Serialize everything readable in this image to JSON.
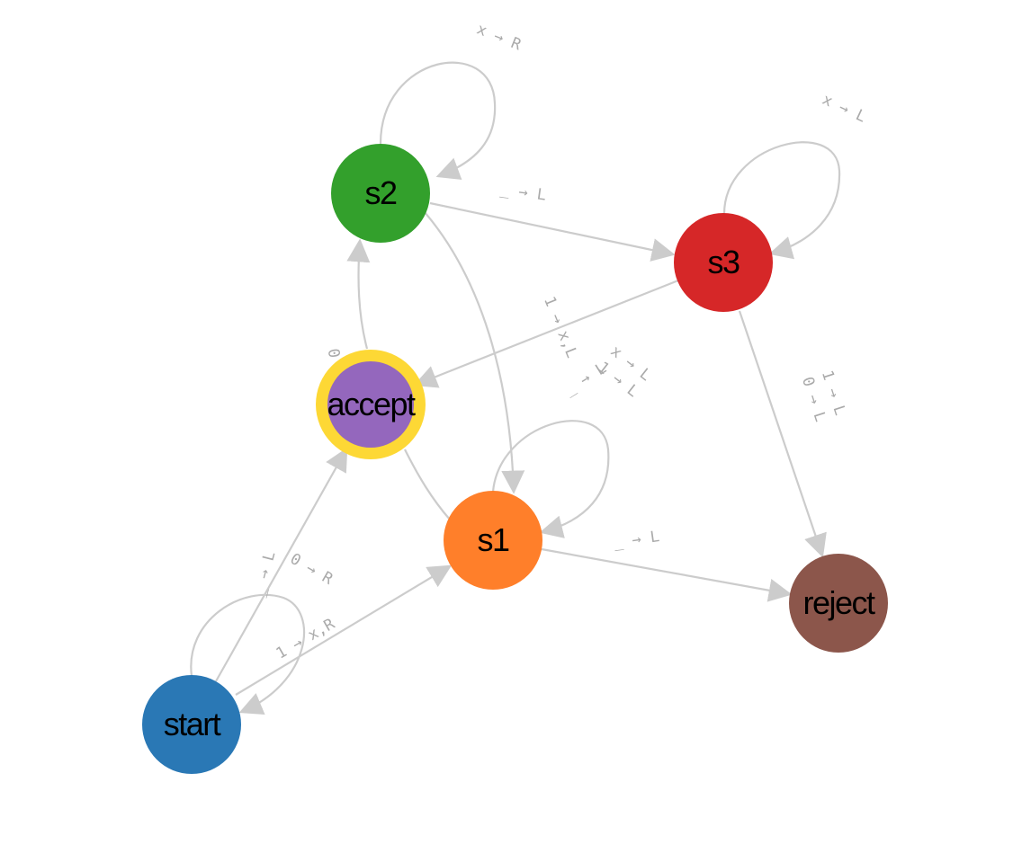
{
  "nodes": [
    {
      "id": "s2",
      "label": "s2",
      "color": "#33a02c"
    },
    {
      "id": "s3",
      "label": "s3",
      "color": "#d62728"
    },
    {
      "id": "accept",
      "label": "accept",
      "color": "#9467bd",
      "ring_color": "#fdd835"
    },
    {
      "id": "s1",
      "label": "s1",
      "color": "#ff7f2a"
    },
    {
      "id": "reject",
      "label": "reject",
      "color": "#8c564b"
    },
    {
      "id": "start",
      "label": "start",
      "color": "#2a78b5"
    }
  ],
  "edges": [
    {
      "from": "s2",
      "to": "s2",
      "label": "x → R"
    },
    {
      "from": "s2",
      "to": "s3",
      "label": "_ → L"
    },
    {
      "from": "s2",
      "to": "s1",
      "label": "1 → x,L"
    },
    {
      "from": "s3",
      "to": "s3",
      "label": "x → L"
    },
    {
      "from": "s3",
      "to": "accept",
      "label": "_ → L"
    },
    {
      "from": "s3",
      "to": "reject",
      "label": "1 → L\n0 → L"
    },
    {
      "from": "accept",
      "to": "s2",
      "label": "0"
    },
    {
      "from": "s1",
      "to": "s1",
      "label": "x → L\n1 → L"
    },
    {
      "from": "s1",
      "to": "reject",
      "label": "_ → L"
    },
    {
      "from": "start",
      "to": "start",
      "label": "_ → L"
    },
    {
      "from": "start",
      "to": "accept",
      "label": "0 → R"
    },
    {
      "from": "start",
      "to": "s1",
      "label": "1 → x,R"
    }
  ]
}
